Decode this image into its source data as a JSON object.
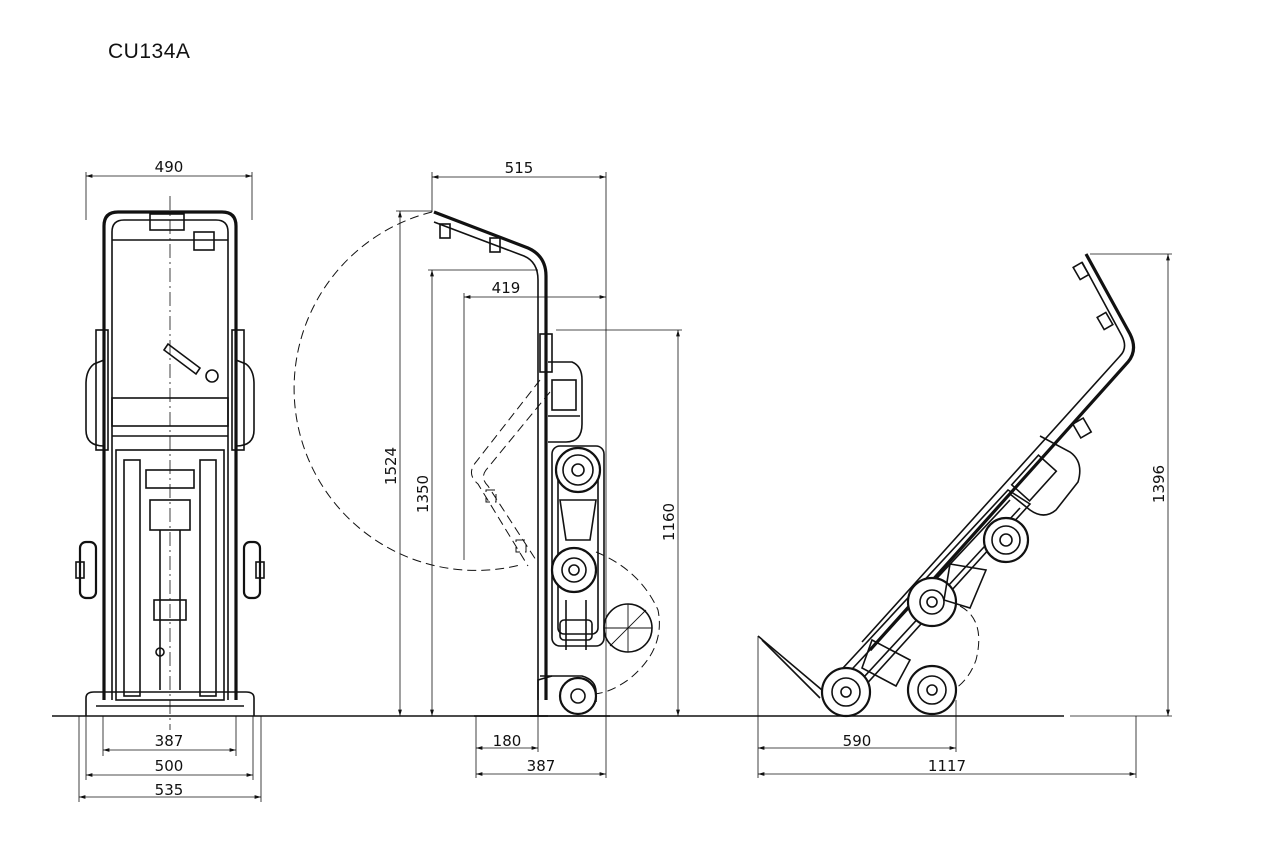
{
  "title": "CU134A",
  "dimensions": {
    "front": {
      "width_top": "490",
      "base_inner": "387",
      "base_mid": "500",
      "base_outer": "535"
    },
    "side": {
      "depth_top": "515",
      "depth_handle": "419",
      "height_total": "1524",
      "height_folded": "1350",
      "height_mid": "1160",
      "base_a": "180",
      "base_b": "387"
    },
    "tilted": {
      "height": "1396",
      "base_a": "590",
      "base_b": "1117"
    }
  }
}
